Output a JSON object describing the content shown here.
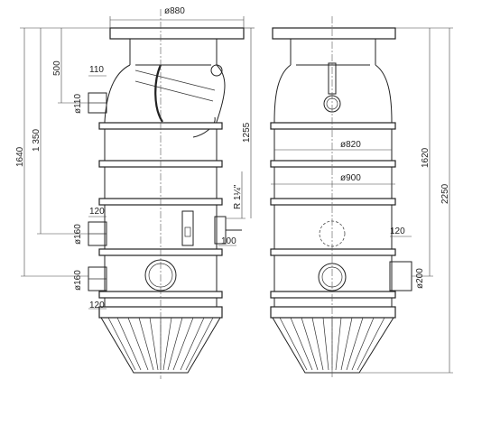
{
  "dimensions": {
    "d880": "ø880",
    "h500": "500",
    "w110": "110",
    "d110": "ø110",
    "h1350": "1 350",
    "h1640": "1640",
    "h1255": "1255",
    "w120_a": "120",
    "d160_a": "ø160",
    "r114": "R 1¼\"",
    "w100": "100",
    "d160_b": "ø160",
    "w120_b": "120",
    "d820": "ø820",
    "d900": "ø900",
    "w120_c": "120",
    "d200": "ø200",
    "h1620": "1620",
    "h2250": "2250"
  }
}
